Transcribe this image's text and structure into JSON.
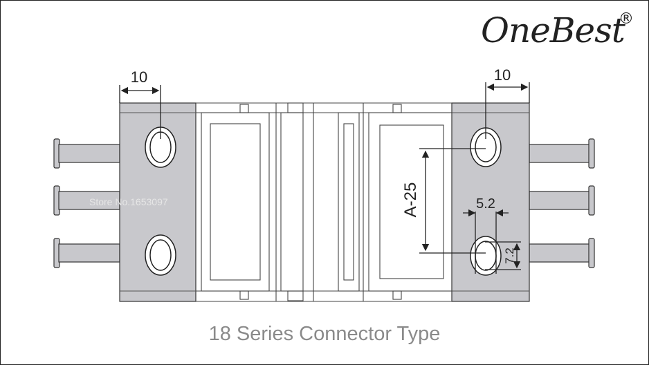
{
  "brand": {
    "logo_text": "OneBest",
    "registered_mark": "®"
  },
  "watermark": "Store No.1653097",
  "dimensions": {
    "left_width": "10",
    "right_width": "10",
    "hole_spacing": "A-25",
    "hole_width": "5.2",
    "hole_height": "7.2"
  },
  "caption": "18 Series Connector Type",
  "colors": {
    "block_fill": "#c8c8cc",
    "line": "#222222",
    "caption": "#8a8a8a"
  }
}
